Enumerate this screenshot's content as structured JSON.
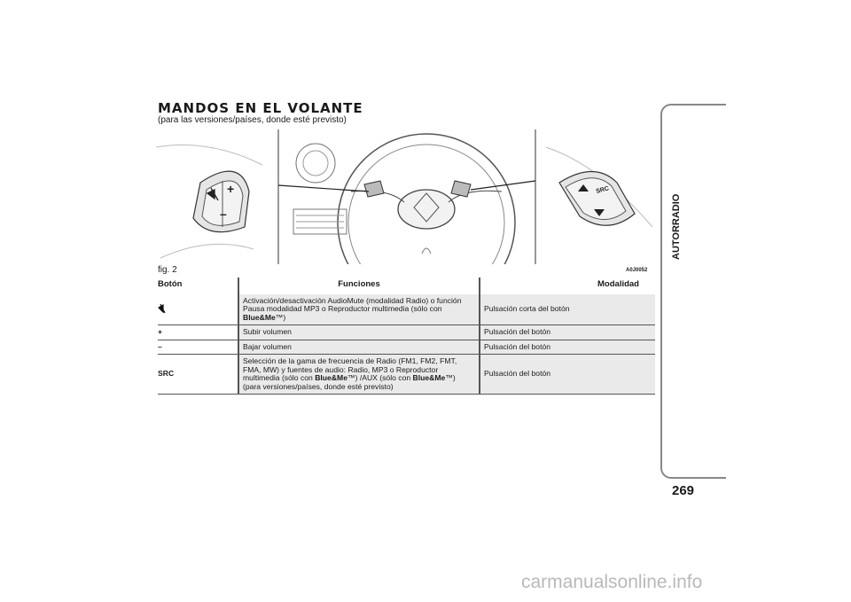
{
  "heading": {
    "title": "MANDOS EN EL VOLANTE",
    "subtitle": "(para las versiones/países, donde esté previsto)"
  },
  "figure": {
    "label": "fig. 2",
    "code": "A0J0052",
    "left_pad": {
      "plus": "+",
      "minus": "–"
    },
    "right_pad": {
      "src": "SRC"
    }
  },
  "table": {
    "headers": {
      "boton": "Botón",
      "funciones": "Funciones",
      "modalidad": "Modalidad"
    },
    "rows": [
      {
        "button_icon": "mute-icon",
        "func_pre": "Activación/desactivación AudioMute (modalidad Radio) o función Pausa modalidad MP3 o Reproductor multimedia (sólo con ",
        "func_brand": "Blue&Me",
        "func_post": "™)",
        "mode": "Pulsación corta del botón"
      },
      {
        "button": "+",
        "func": "Subir volumen",
        "mode": "Pulsación del botón"
      },
      {
        "button": "–",
        "func": "Bajar volumen",
        "mode": "Pulsación del botón"
      },
      {
        "button": "SRC",
        "func_a": "Selección de la gama de frecuencia de Radio (FM1, FM2, FMT, FMA, MW) y fuentes de audio: Radio, MP3 o Reproductor multimedia (sólo con ",
        "func_brand1": "Blue&Me",
        "func_b": "™) /AUX (sólo con ",
        "func_brand2": "Blue&Me",
        "func_c": "™) (para versiones/países, donde esté previsto)",
        "mode": "Pulsación del botón"
      }
    ]
  },
  "sidebar": {
    "section": "AUTORRADIO",
    "page_number": "269"
  },
  "watermark": "carmanualsonline.info"
}
